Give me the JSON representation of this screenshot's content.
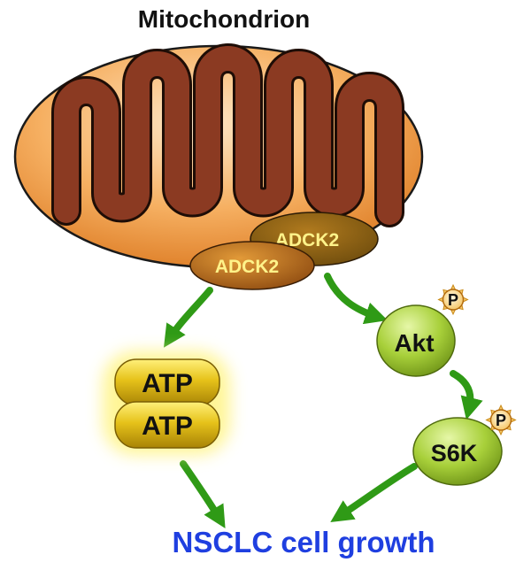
{
  "title": "Mitochondrion",
  "proteins": {
    "adck2_back": "ADCK2",
    "adck2_front": "ADCK2"
  },
  "atp": {
    "top": "ATP",
    "bottom": "ATP"
  },
  "nodes": {
    "akt": "Akt",
    "s6k": "S6K"
  },
  "phospho": {
    "akt": "P",
    "s6k": "P"
  },
  "outcome": "NSCLC cell growth",
  "colors": {
    "mito_fill": "#f6a34a",
    "cristae": "#8b3a22",
    "adck2_fill": "#b86312",
    "adck2_text": "#fff38a",
    "atp_fill": "#e5bf17",
    "atp_glow": "#fff7a0",
    "node_fill": "#a9cf3e",
    "phospho_fill": "#fbe3a8",
    "arrow": "#2f9a16",
    "outcome_text": "#1f3fe0"
  },
  "icons": {
    "phosphate": "sunburst-badge",
    "arrow": "green-curved-arrow"
  }
}
